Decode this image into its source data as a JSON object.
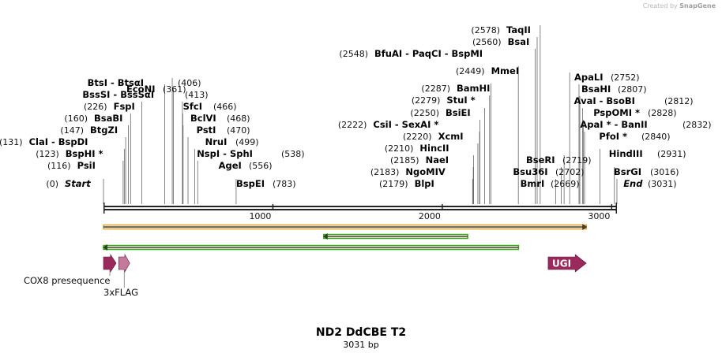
{
  "credit": {
    "prefix": "Created by",
    "brand": "SnapGene"
  },
  "map": {
    "title": "ND2 DdCBE T2",
    "length_label": "3031 bp",
    "length": 3031,
    "ticks": [
      {
        "value": 1000,
        "label": "1000"
      },
      {
        "value": 2000,
        "label": "2000"
      },
      {
        "value": 3000,
        "label": "3000"
      }
    ]
  },
  "colors": {
    "backbone": "#222222",
    "orange_arrow": "#e0a030",
    "green_arrow": "#3caa1e",
    "feature_dark": "#9a2a5c",
    "feature_light": "#c47a9c"
  },
  "sites": [
    {
      "pos": 0,
      "pos_label": "(0)",
      "name": "Start",
      "style": "end-marker"
    },
    {
      "pos": 116,
      "pos_label": "(116)",
      "name": "PsiI"
    },
    {
      "pos": 123,
      "pos_label": "(123)",
      "name": "BspHI *"
    },
    {
      "pos": 131,
      "pos_label": "(131)",
      "name": "ClaI  -  BspDI"
    },
    {
      "pos": 147,
      "pos_label": "(147)",
      "name": "BtgZI"
    },
    {
      "pos": 160,
      "pos_label": "(160)",
      "name": "BsaBI"
    },
    {
      "pos": 226,
      "pos_label": "(226)",
      "name": "FspI"
    },
    {
      "pos": 361,
      "pos_label": "(361)",
      "name": "EcoNI"
    },
    {
      "pos": 406,
      "pos_label": "(406)",
      "name": "BtsI  -  BtsαI"
    },
    {
      "pos": 413,
      "pos_label": "(413)",
      "name": "BssSI  -  BssSαI"
    },
    {
      "pos": 466,
      "pos_label": "(466)",
      "name": "SfcI"
    },
    {
      "pos": 468,
      "pos_label": "(468)",
      "name": "BclVI"
    },
    {
      "pos": 470,
      "pos_label": "(470)",
      "name": "PstI"
    },
    {
      "pos": 499,
      "pos_label": "(499)",
      "name": "NruI"
    },
    {
      "pos": 538,
      "pos_label": "(538)",
      "name": "NspI  -  SphI"
    },
    {
      "pos": 556,
      "pos_label": "(556)",
      "name": "AgeI"
    },
    {
      "pos": 783,
      "pos_label": "(783)",
      "name": "BspEI"
    },
    {
      "pos": 2179,
      "pos_label": "(2179)",
      "name": "BlpI"
    },
    {
      "pos": 2183,
      "pos_label": "(2183)",
      "name": "NgoMIV"
    },
    {
      "pos": 2185,
      "pos_label": "(2185)",
      "name": "NaeI"
    },
    {
      "pos": 2210,
      "pos_label": "(2210)",
      "name": "HincII"
    },
    {
      "pos": 2220,
      "pos_label": "(2220)",
      "name": "XcmI"
    },
    {
      "pos": 2222,
      "pos_label": "(2222)",
      "name": "CsiI  -  SexAI *"
    },
    {
      "pos": 2250,
      "pos_label": "(2250)",
      "name": "BsiEI"
    },
    {
      "pos": 2279,
      "pos_label": "(2279)",
      "name": "StuI *"
    },
    {
      "pos": 2287,
      "pos_label": "(2287)",
      "name": "BamHI"
    },
    {
      "pos": 2449,
      "pos_label": "(2449)",
      "name": "MmeI"
    },
    {
      "pos": 2548,
      "pos_label": "(2548)",
      "name": "BfuAI  -  PaqCI  -  BspMI"
    },
    {
      "pos": 2560,
      "pos_label": "(2560)",
      "name": "BsaI"
    },
    {
      "pos": 2578,
      "pos_label": "(2578)",
      "name": "TaqII"
    },
    {
      "pos": 2669,
      "pos_label": "(2669)",
      "name": "BmrI"
    },
    {
      "pos": 2702,
      "pos_label": "(2702)",
      "name": "Bsu36I"
    },
    {
      "pos": 2719,
      "pos_label": "(2719)",
      "name": "BseRI"
    },
    {
      "pos": 2752,
      "pos_label": "(2752)",
      "name": "ApaLI"
    },
    {
      "pos": 2807,
      "pos_label": "(2807)",
      "name": "BsaHI"
    },
    {
      "pos": 2812,
      "pos_label": "(2812)",
      "name": "AvaI  -  BsoBI"
    },
    {
      "pos": 2828,
      "pos_label": "(2828)",
      "name": "PspOMI *"
    },
    {
      "pos": 2832,
      "pos_label": "(2832)",
      "name": "ApaI *  -  BanII"
    },
    {
      "pos": 2840,
      "pos_label": "(2840)",
      "name": "PfoI *"
    },
    {
      "pos": 2931,
      "pos_label": "(2931)",
      "name": "HindIII"
    },
    {
      "pos": 3016,
      "pos_label": "(3016)",
      "name": "BsrGI"
    },
    {
      "pos": 3031,
      "pos_label": "(3031)",
      "name": "End",
      "style": "end-marker"
    }
  ],
  "arrows": [
    {
      "kind": "orange",
      "start": 0,
      "end": 2850,
      "direction": "forward"
    },
    {
      "kind": "green",
      "start": 1300,
      "end": 2150,
      "direction": "reverse"
    },
    {
      "kind": "green",
      "start": 0,
      "end": 2450,
      "direction": "reverse"
    }
  ],
  "features": [
    {
      "name": "COX8 presequence",
      "start": 0,
      "end": 75,
      "shade": "dark",
      "label": "COX8 presequence"
    },
    {
      "name": "3xFLAG",
      "start": 90,
      "end": 155,
      "shade": "light",
      "label": "3xFLAG"
    },
    {
      "name": "UGI",
      "start": 2625,
      "end": 2850,
      "shade": "dark",
      "label": "UGI",
      "inner_label": true
    }
  ]
}
